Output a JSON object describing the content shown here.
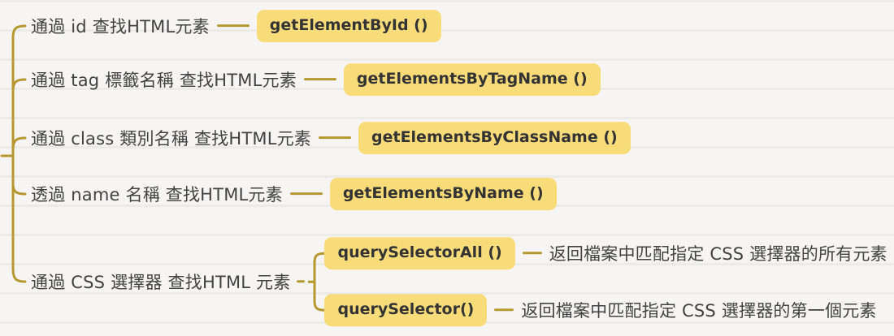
{
  "diagram": {
    "type": "mindmap",
    "topic": "finding HTML elements (DOM selection methods)",
    "colors": {
      "background": "#f6f5f3",
      "stripe": "#edebe8",
      "connector_line": "#b5982f",
      "badge_background": "#f9dc7a",
      "badge_text": "#333333",
      "label_text": "#424242"
    }
  },
  "nodes": [
    {
      "label": "通過 id 查找HTML元素",
      "method": "getElementById ()"
    },
    {
      "label": "通過 tag 標籤名稱 查找HTML元素",
      "method": "getElementsByTagName ()"
    },
    {
      "label": "通過 class 類別名稱 查找HTML元素",
      "method": "getElementsByClassName ()"
    },
    {
      "label": "透過 name 名稱 查找HTML元素",
      "method": "getElementsByName ()"
    },
    {
      "label": "通過 CSS 選擇器 查找HTML 元素",
      "children": [
        {
          "method": "querySelectorAll ()",
          "description": "返回檔案中匹配指定 CSS 選擇器的所有元素"
        },
        {
          "method": "querySelector()",
          "description": "返回檔案中匹配指定 CSS 選擇器的第一個元素"
        }
      ]
    }
  ]
}
